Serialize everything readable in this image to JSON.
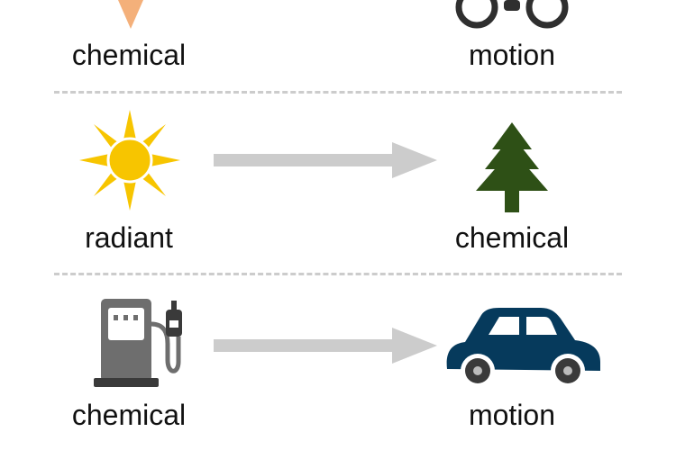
{
  "rows": [
    {
      "source_label": "chemical",
      "target_label": "motion",
      "source_icon": "ice-cream-cone-icon",
      "target_icon": "binoculars-icon"
    },
    {
      "source_label": "radiant",
      "target_label": "chemical",
      "source_icon": "sun-icon",
      "target_icon": "tree-icon"
    },
    {
      "source_label": "chemical",
      "target_label": "motion",
      "source_icon": "gas-pump-icon",
      "target_icon": "car-icon"
    }
  ],
  "colors": {
    "text": "#111111",
    "arrow": "#cccccc",
    "divider": "#cccccc",
    "sun": "#f7b900",
    "tree": "#2e5016",
    "car": "#063a5c",
    "pump": "#707070",
    "cone": "#f4b07a",
    "binoculars": "#2f2f2f"
  }
}
